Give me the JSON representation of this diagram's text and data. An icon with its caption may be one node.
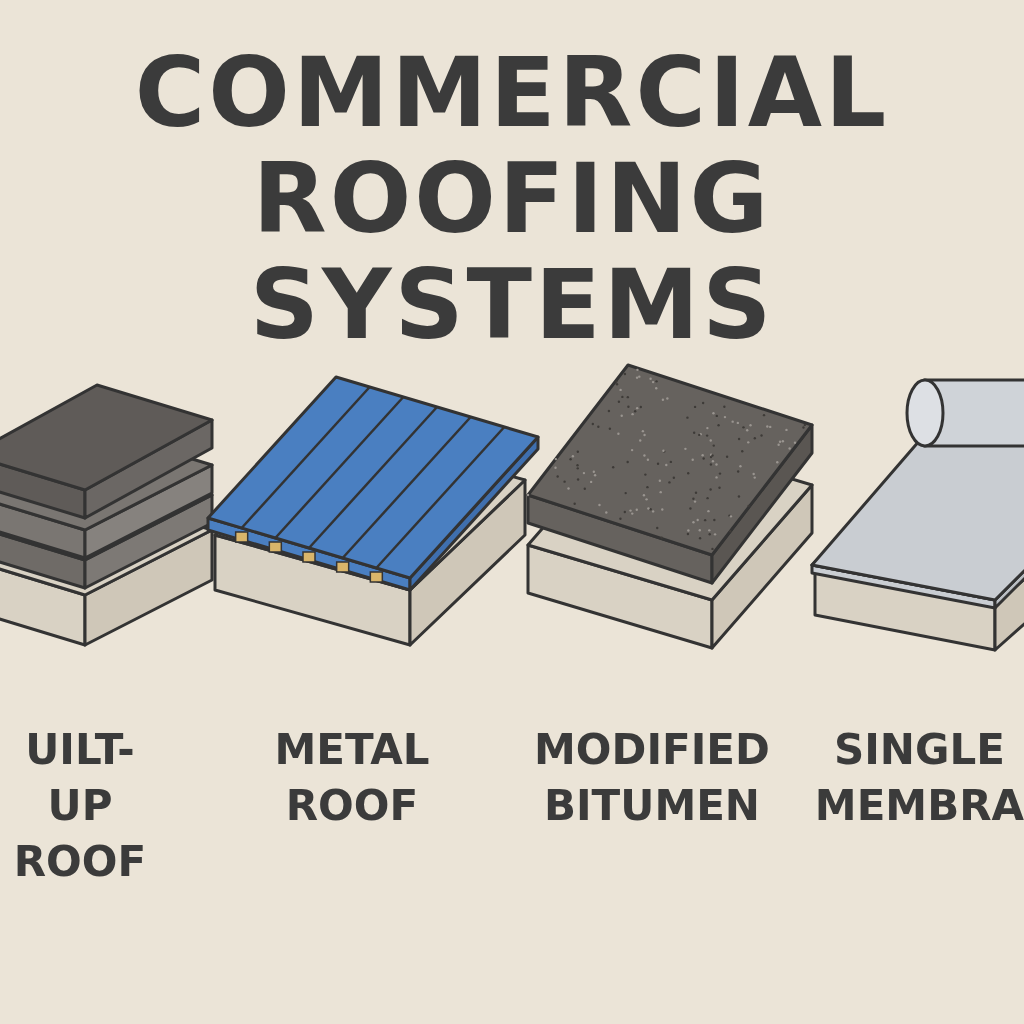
{
  "diagram": {
    "title": "COMMERCIAL ROOFING SYSTEMS",
    "labels": [
      "UILT-UP ROOF",
      "METAL ROOF",
      "MODIFIED BITUMEN",
      "SINGLE MEMBRA"
    ]
  }
}
